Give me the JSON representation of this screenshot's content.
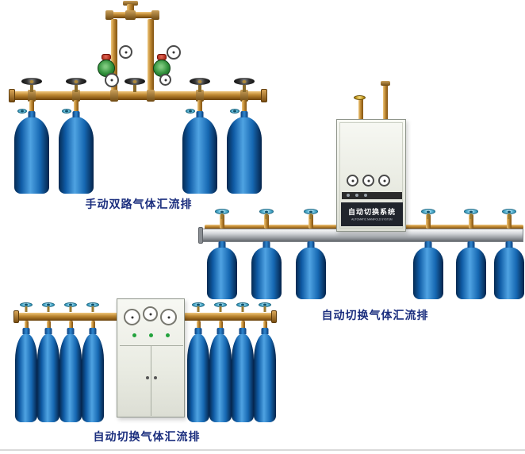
{
  "sections": {
    "manual_dual": {
      "caption": "手动双路气体汇流排"
    },
    "auto_right": {
      "caption": "自动切换气体汇流排",
      "cabinet_title": "自动切换系统",
      "cabinet_subtitle": "AUTOMATIC MANIFOLD SYSTEM"
    },
    "auto_bottom": {
      "caption": "自动切换气体汇流排"
    }
  },
  "equipment": {
    "manual_dual_cylinder_count": 4,
    "auto_right_cylinder_count": 6,
    "auto_bottom_cylinder_count": 8
  },
  "colors": {
    "caption_text": "#1b2e7e",
    "cylinder_blue": "#1668b2",
    "brass_pipe": "#c08a34",
    "rail_silver": "#9a9ea3",
    "cabinet_body": "#e9ebe2",
    "regulator_green": "#2f8f3a",
    "background": "#ffffff"
  }
}
